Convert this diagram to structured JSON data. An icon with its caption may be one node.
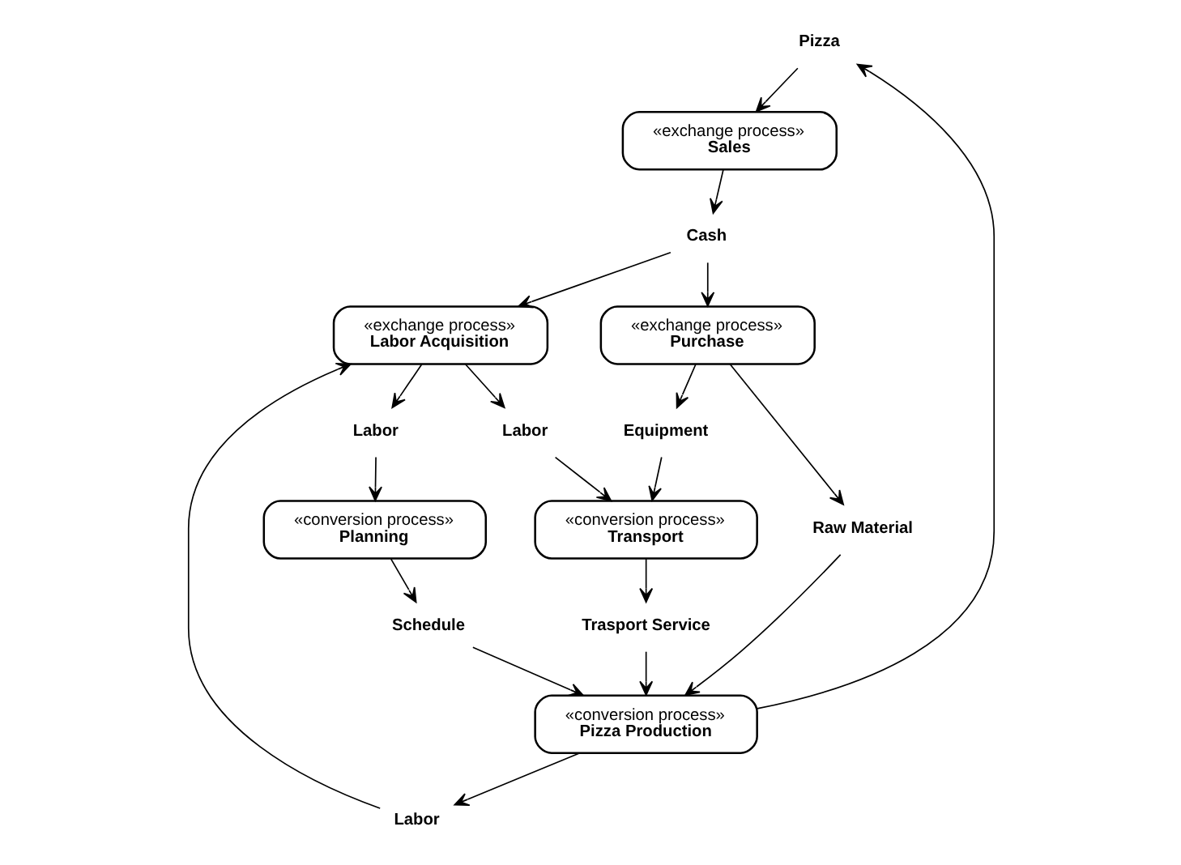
{
  "diagram": {
    "nodes": [
      {
        "text": [
          "Pizza"
        ]
      },
      {
        "text": [
          "«exchange process»",
          "Sales"
        ]
      },
      {
        "text": [
          "«conversion process»",
          "Pizza Production"
        ]
      },
      {
        "text": [
          "Cash"
        ]
      },
      {
        "text": [
          "Raw Material"
        ]
      },
      {
        "text": [
          "Schedule"
        ]
      },
      {
        "text": [
          "Labor"
        ]
      },
      {
        "text": [
          "Trasport Service"
        ]
      },
      {
        "text": [
          "«exchange process»",
          "Labor Acquisition"
        ]
      },
      {
        "text": [
          "«exchange process»",
          "Purchase"
        ]
      },
      {
        "text": [
          "Labor"
        ]
      },
      {
        "text": [
          "Labor"
        ]
      },
      {
        "text": [
          "Equipment"
        ]
      },
      {
        "text": [
          "«conversion process»",
          "Planning"
        ]
      },
      {
        "text": [
          "«conversion process»",
          "Transport"
        ]
      }
    ],
    "edges": [
      {
        "from": 2,
        "to": 0,
        "arrow": "to"
      },
      {
        "from": 0,
        "to": 1,
        "arrow": "to"
      },
      {
        "from": 1,
        "to": 3,
        "arrow": "to"
      },
      {
        "from": 3,
        "to": 8,
        "arrow": "to"
      },
      {
        "from": 3,
        "to": 9,
        "arrow": "to"
      },
      {
        "from": 4,
        "to": 2,
        "arrow": "to"
      },
      {
        "from": 9,
        "to": 4,
        "arrow": "to"
      },
      {
        "from": 7,
        "to": 2,
        "arrow": "to"
      },
      {
        "from": 14,
        "to": 7,
        "arrow": "to"
      },
      {
        "from": 2,
        "to": 6,
        "arrow": "to"
      },
      {
        "from": 6,
        "to": 8,
        "arrow": "to"
      },
      {
        "from": 8,
        "to": 10,
        "arrow": "to"
      },
      {
        "from": 10,
        "to": 13,
        "arrow": "to"
      },
      {
        "from": 8,
        "to": 11,
        "arrow": "to"
      },
      {
        "from": 11,
        "to": 14,
        "arrow": "to"
      },
      {
        "from": 9,
        "to": 12,
        "arrow": "to"
      },
      {
        "from": 12,
        "to": 14,
        "arrow": "to"
      },
      {
        "from": 13,
        "to": 5,
        "arrow": "to"
      },
      {
        "from": 5,
        "to": 2,
        "arrow": "to"
      }
    ]
  }
}
